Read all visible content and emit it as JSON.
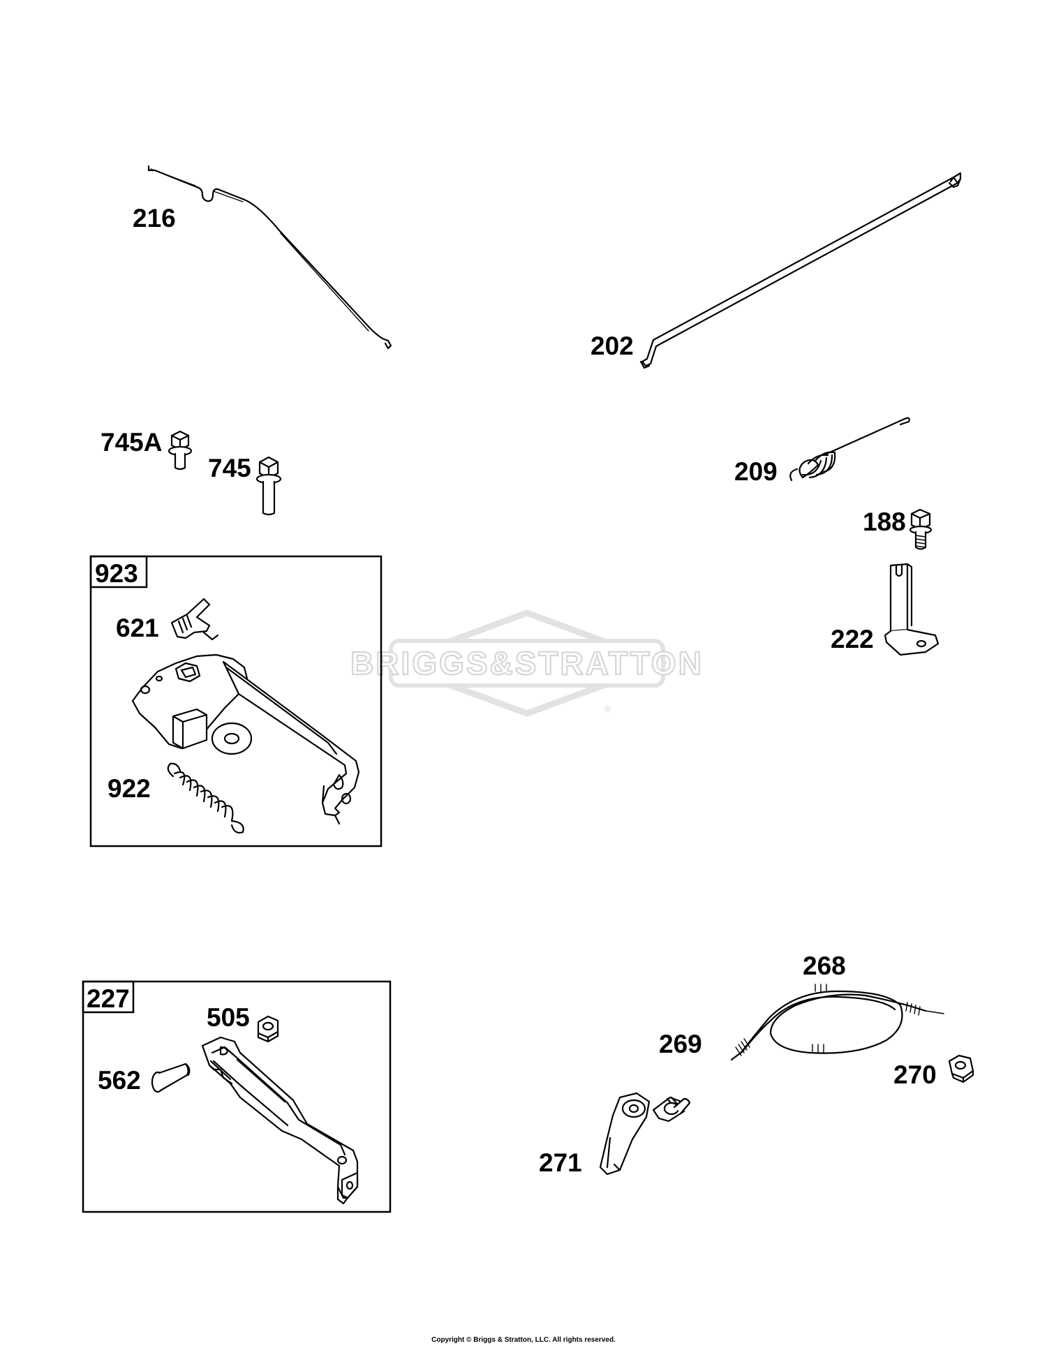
{
  "watermark": {
    "text": "BRIGGS&STRATTON",
    "mark": "®"
  },
  "labels": {
    "p216": "216",
    "p202": "202",
    "p745A": "745A",
    "p745": "745",
    "p209": "209",
    "p188": "188",
    "p222": "222",
    "p923": "923",
    "p621": "621",
    "p922": "922",
    "p268": "268",
    "p269": "269",
    "p270": "270",
    "p271": "271",
    "p227": "227",
    "p505": "505",
    "p562": "562"
  },
  "copyright": "Copyright © Briggs & Stratton, LLC. All rights reserved."
}
